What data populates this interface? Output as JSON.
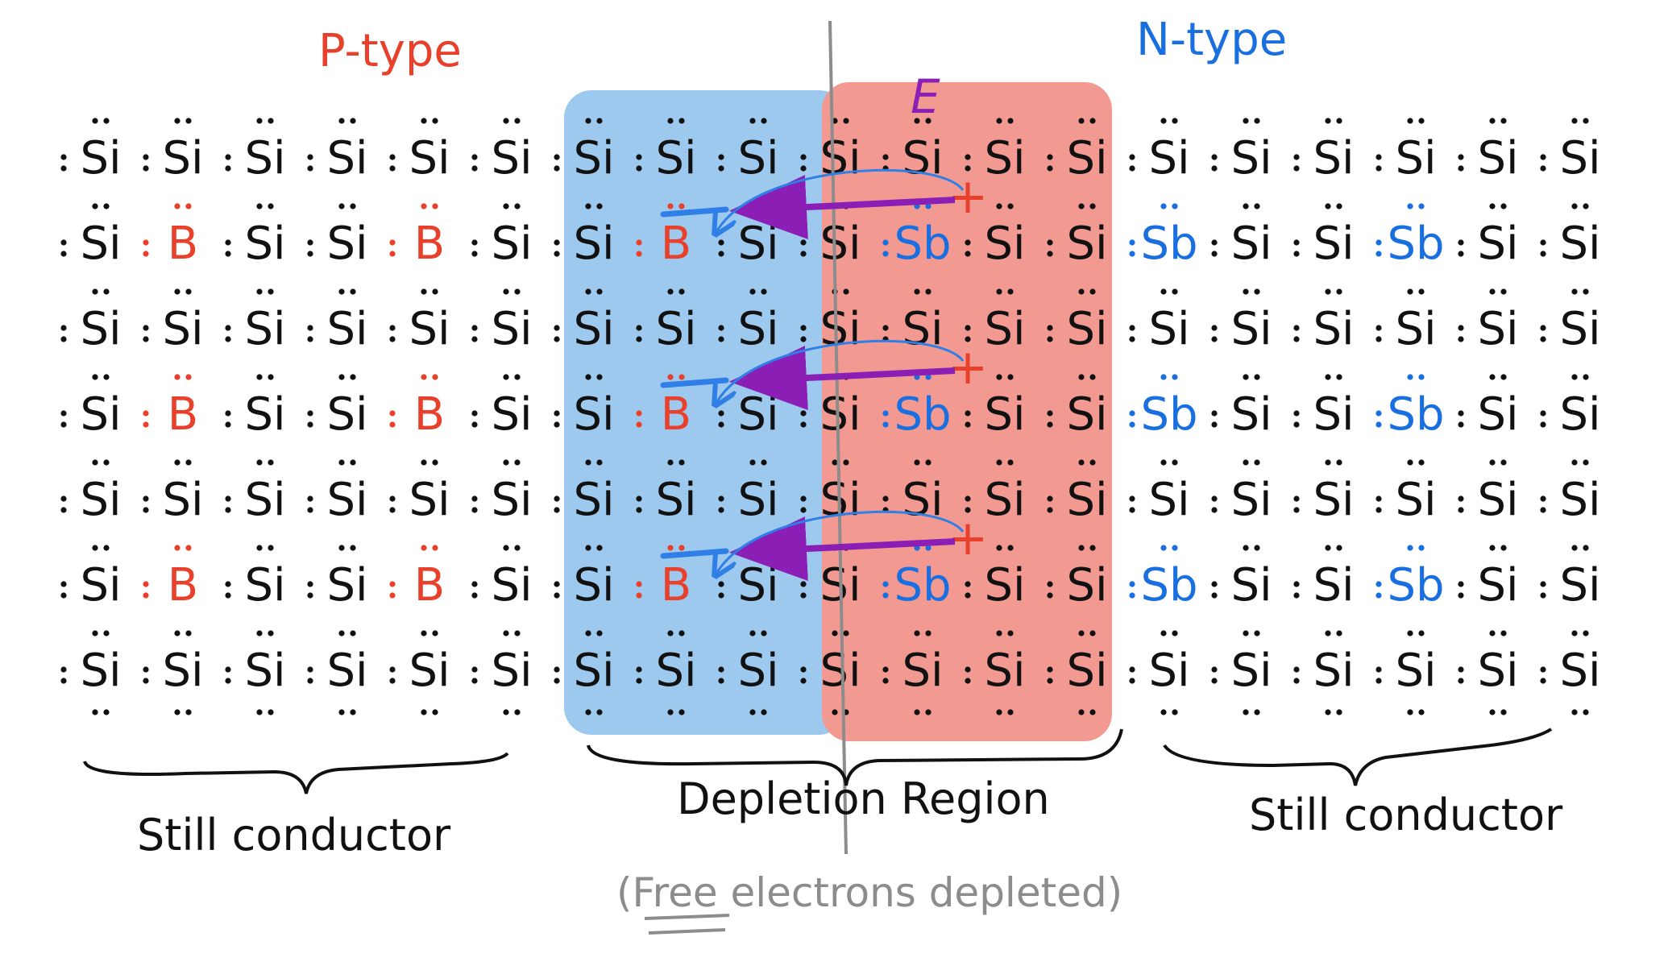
{
  "labels": {
    "p_type": "P-type",
    "n_type": "N-type",
    "field": "E",
    "depletion_region": "Depletion Region",
    "free_electrons_note": "(Free electrons depleted)",
    "still_conductor_left": "Still conductor",
    "still_conductor_right": "Still conductor"
  },
  "lattice": {
    "silicon": "Si",
    "acceptor": "B",
    "donor": "Sb",
    "positive_ion": "+",
    "rows": 7,
    "columns": 19,
    "acceptor_columns": [
      1,
      4,
      7
    ],
    "donor_columns": [
      10,
      13,
      16
    ],
    "dopant_rows": [
      1,
      3,
      5
    ]
  },
  "colors": {
    "p_label": "#e8402a",
    "n_label": "#1a6fe0",
    "acceptor": "#e8402a",
    "donor": "#1a6fe0",
    "depletion_p_side": "#9ec9ee",
    "depletion_n_side": "#f29a92",
    "field_arrow": "#8b1fb5",
    "electron_path": "#2f7fe6",
    "junction_line": "#8c8c8c",
    "note_text": "#8c8c8c",
    "ink": "#111111"
  }
}
